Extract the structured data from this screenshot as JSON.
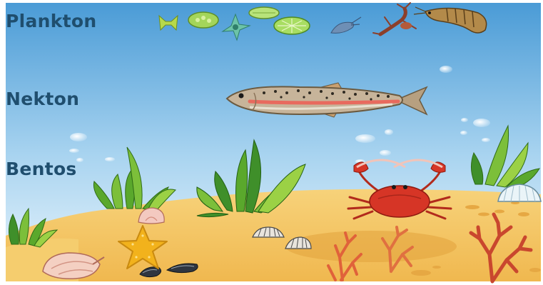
{
  "labels": {
    "plankton": "Plankton",
    "nekton": "Nekton",
    "bentos": "Bentos"
  },
  "colors": {
    "label": "#1f4e6e",
    "water_top": "#4a9bd6",
    "water_bottom": "#eaf5fc",
    "sand": "#f3c560",
    "sand_dark": "#e2a23c",
    "seaweed": "#4f9a2a",
    "coral": "#e0623a",
    "crab": "#d63526",
    "starfish": "#f2b21c",
    "fish_body": "#c7b49a",
    "fish_stripe": "#e86a5e"
  },
  "icons": {
    "plankton_organisms": [
      "diatom-icon",
      "diatom-icon",
      "diatom-icon",
      "diatom-icon",
      "diatom-icon",
      "copepod-icon",
      "larva-icon",
      "shrimp-icon"
    ],
    "nekton_organisms": [
      "trout-fish-icon"
    ],
    "bentos_organisms": [
      "crab-icon",
      "starfish-icon",
      "seashell-icon",
      "conch-icon",
      "coral-icon",
      "seaweed-icon",
      "mussel-icon"
    ]
  }
}
